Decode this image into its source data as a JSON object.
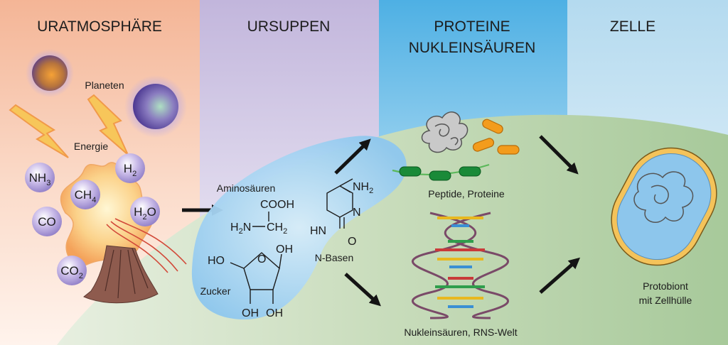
{
  "headers": {
    "uratmosphaere": "URATMOSPHÄRE",
    "ursuppen": "URSUPPEN",
    "proteine_line1": "PROTEINE",
    "proteine_line2": "NUKLEINSÄUREN",
    "zelle": "ZELLE"
  },
  "labels": {
    "planeten": "Planeten",
    "energie": "Energie",
    "aminosaeuren": "Aminosäuren",
    "zucker": "Zucker",
    "n_basen": "N-Basen",
    "peptide": "Peptide, Proteine",
    "nukleinsaeuren": "Nukleinsäuren, RNS-Welt",
    "protobiont_line1": "Protobiont",
    "protobiont_line2": "mit Zellhülle"
  },
  "molecules": {
    "nh3": {
      "base": "NH",
      "sub": "3"
    },
    "ch4": {
      "base": "CH",
      "sub": "4"
    },
    "h2": {
      "base": "H",
      "sub": "2"
    },
    "h2o": {
      "base": "H",
      "sub": "2",
      "tail": "O"
    },
    "co": {
      "base": "CO"
    },
    "co2": {
      "base": "CO",
      "sub": "2"
    }
  },
  "formulas": {
    "cooh": "COOH",
    "amino_h2n": "H",
    "amino_h2n_sub": "2",
    "amino_h2n_tail": "N",
    "amino_ch": "CH",
    "amino_ch_sub": "2",
    "ho_left": "HO",
    "oh_top": "OH",
    "oh_bottom_left": "OH",
    "oh_bottom_right": "OH",
    "ring_o": "O",
    "nh2": "NH",
    "nh2_sub": "2",
    "ring_n": "N",
    "hn": "HN",
    "carbonyl_o": "O"
  },
  "colors": {
    "panel_atmosphere": "#f6c3a6",
    "panel_soup": "#cdc3e0",
    "panel_protein": "#62b8e6",
    "panel_cell": "#bfe0f2",
    "hill": "#b9d3aa",
    "molecule_ball": "#b8a8dc",
    "blob": "#a9d3f0",
    "peptide_green": "#1a8a38",
    "protein_orange": "#f39c1d",
    "cell_membrane": "#f4c35a",
    "cell_inner": "#8dc6ec",
    "arrow": "#141414"
  }
}
